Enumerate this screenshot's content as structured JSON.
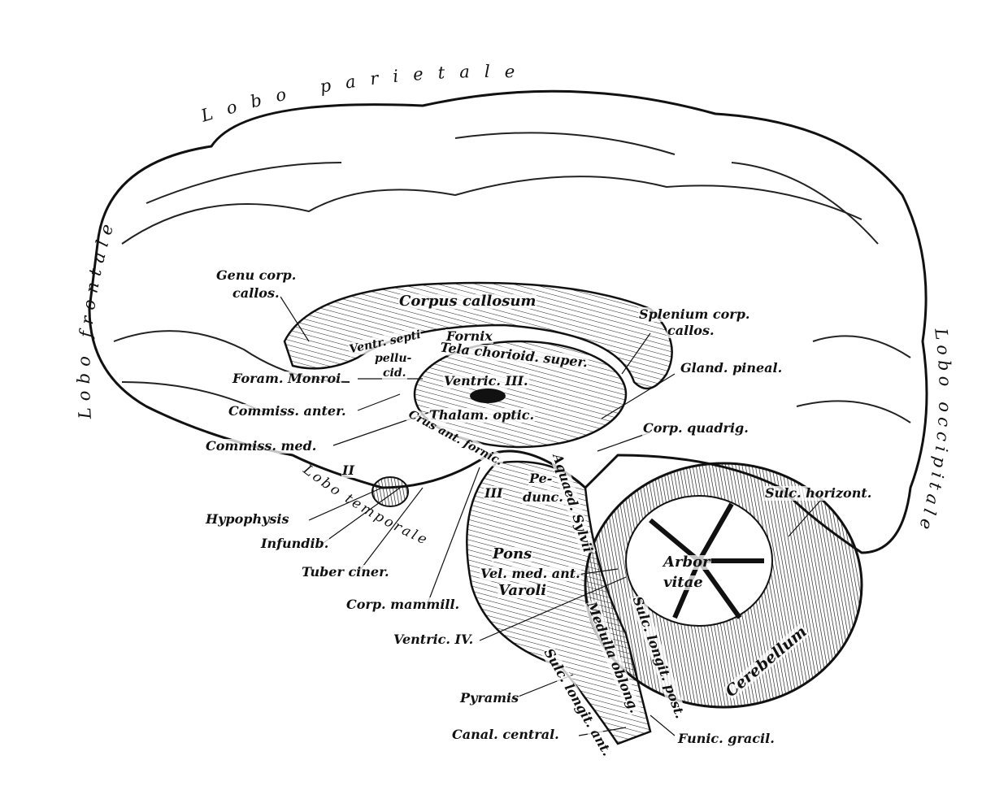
{
  "lobes": {
    "parietal": "Lobo parietale",
    "frontal": "Lobo frontale",
    "occipital": "Lobo occipitale",
    "temporal": "Lobo temporale"
  },
  "labels": {
    "genu_1": "Genu corp.",
    "genu_2": "callos.",
    "corpus_callosum": "Corpus callosum",
    "splenium_1": "Splenium corp.",
    "splenium_2": "callos.",
    "ventr_septi_1": "Ventr. septi",
    "ventr_septi_2": "pellu-",
    "ventr_septi_3": "cid.",
    "fornix": "Fornix",
    "tela": "Tela chorioid. super.",
    "foram_monroi": "Foram. Monroi",
    "ventric_iii": "Ventric. III.",
    "gland_pineal": "Gland. pineal.",
    "commiss_anter": "Commiss. anter.",
    "thalam_optic": "Thalam. optic.",
    "corp_quadrig": "Corp. quadrig.",
    "commiss_med": "Commiss. med.",
    "crus_ant": "Crus ant. fornic.",
    "nerve_ii": "II",
    "nerve_iii": "III",
    "aquaed": "Aquaed. Sylvii",
    "pedunc_1": "Pe-",
    "pedunc_2": "dunc.",
    "sulc_horizont": "Sulc. horizont.",
    "hypophysis": "Hypophysis",
    "infundib": "Infundib.",
    "tuber_ciner": "Tuber ciner.",
    "pons": "Pons",
    "vel_med_ant": "Vel. med. ant.",
    "varoli": "Varoli",
    "arbor": "Arbor",
    "vitae": "vitae",
    "corp_mammill": "Corp. mammill.",
    "ventric_iv": "Ventric. IV.",
    "medulla": "Medulla oblong.",
    "sulc_longit_post": "Sulc. longit. post.",
    "cerebellum": "Cerebellum",
    "sulc_longit_ant": "Sulc. longit. ant.",
    "pyramis": "Pyramis",
    "canal_central": "Canal. central.",
    "funic_gracil": "Funic. gracil."
  }
}
